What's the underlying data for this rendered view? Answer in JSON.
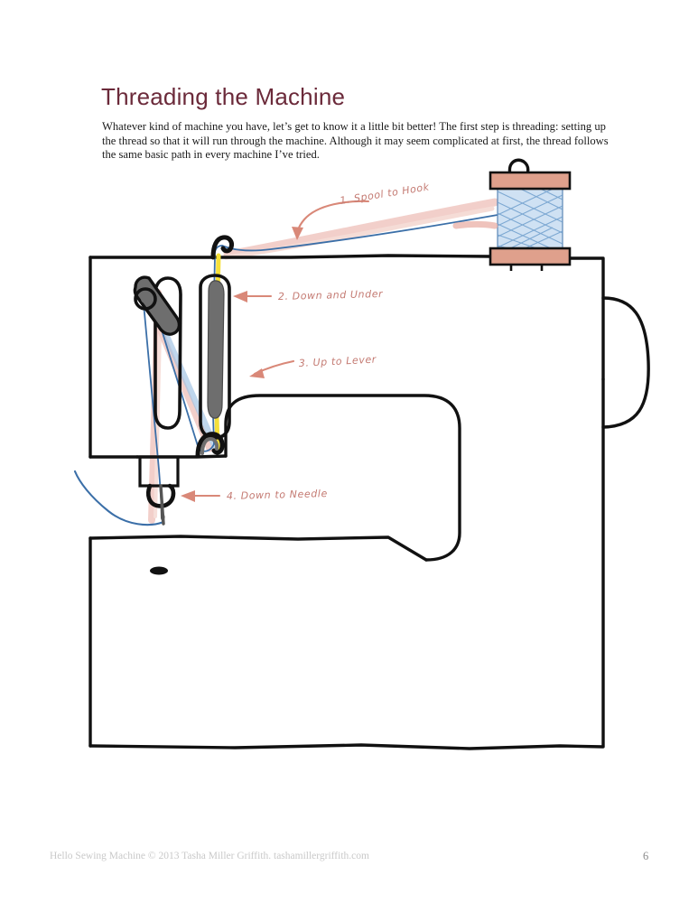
{
  "page": {
    "title": "Threading the Machine",
    "title_color": "#6b2a3a",
    "body_paragraph": "Whatever kind of machine you have, let’s get to know it a little bit better!  The first step is threading: setting up the thread so that it will run through the machine.  Although it may seem complicated at first, the thread follows the same basic path in every machine I’ve tried.",
    "number": "6"
  },
  "footer": {
    "credit": "Hello Sewing Machine  © 2013 Tasha Miller Griffith.  tashamillergriffith.com"
  },
  "diagram": {
    "name": "sewing-machine-threading-diagram",
    "annotations": [
      {
        "id": "step-1",
        "label": "1. Spool to Hook"
      },
      {
        "id": "step-2",
        "label": "2. Down and Under"
      },
      {
        "id": "step-3",
        "label": "3. Up to Lever"
      },
      {
        "id": "step-4",
        "label": "4. Down to Needle"
      }
    ],
    "parts": [
      {
        "id": "spool",
        "label": "thread spool"
      },
      {
        "id": "thread-guide-hook",
        "label": "thread guide hook"
      },
      {
        "id": "tension-disc",
        "label": "tension disc"
      },
      {
        "id": "take-up-lever",
        "label": "take-up lever"
      },
      {
        "id": "needle-bar",
        "label": "needle bar"
      },
      {
        "id": "presser-foot",
        "label": "presser foot"
      },
      {
        "id": "needle",
        "label": "needle"
      },
      {
        "id": "hand-wheel",
        "label": "hand wheel"
      },
      {
        "id": "free-arm",
        "label": "free arm"
      },
      {
        "id": "feed-dog-mark",
        "label": "feed dog marking"
      }
    ],
    "colors": {
      "outline": "#111111",
      "thread_blue": "#3b6fa8",
      "thread_blue_light": "#8fb6dd",
      "shade_pink": "#e8a9a0",
      "guide_yellow": "#f5e03a",
      "metal_gray": "#6e6e6e",
      "spool_cap": "#dfa08c",
      "annotation": "#c47a72"
    }
  }
}
